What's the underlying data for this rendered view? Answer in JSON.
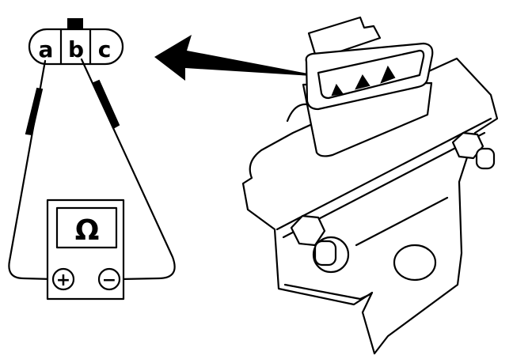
{
  "connector": {
    "pins": [
      "a",
      "b",
      "c"
    ]
  },
  "meter": {
    "display_symbol": "Ω",
    "positive_terminal": "+",
    "negative_terminal": "−"
  },
  "colors": {
    "ink": "#000000",
    "paper": "#ffffff"
  }
}
